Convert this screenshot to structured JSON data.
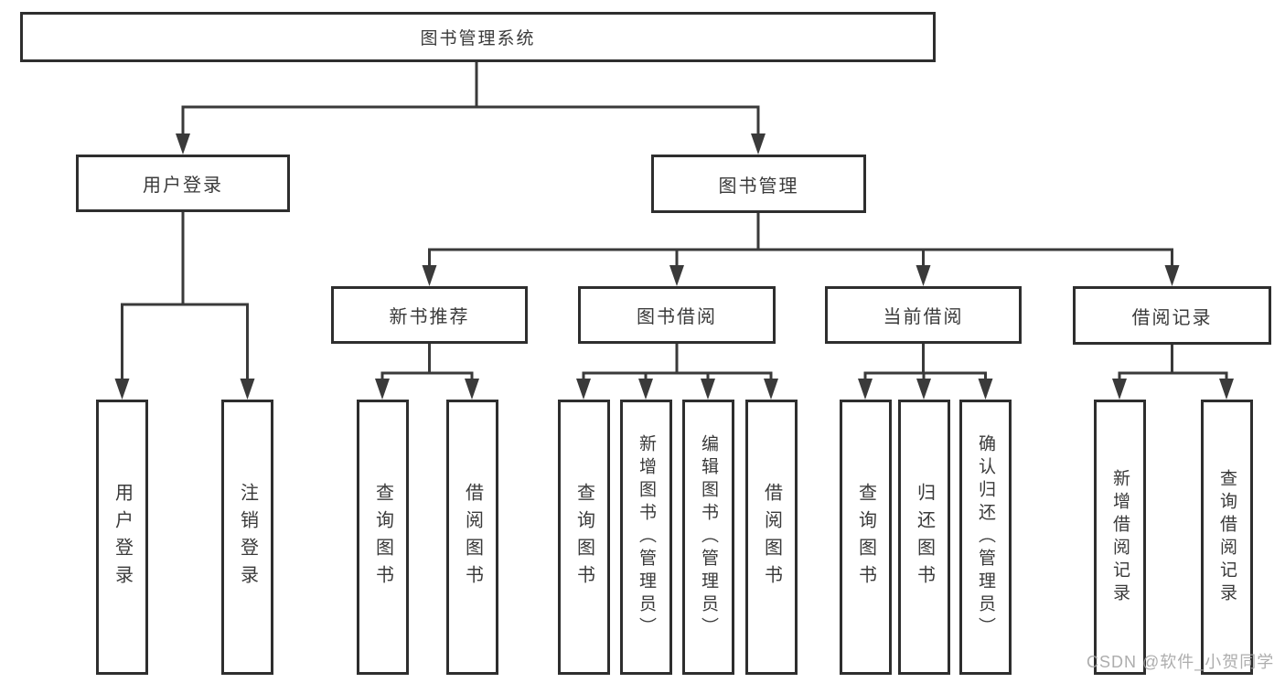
{
  "diagram": {
    "root": {
      "label": "图书管理系统"
    },
    "level1": [
      {
        "label": "用户登录"
      },
      {
        "label": "图书管理"
      }
    ],
    "level2": [
      {
        "label": "新书推荐"
      },
      {
        "label": "图书借阅"
      },
      {
        "label": "当前借阅"
      },
      {
        "label": "借阅记录"
      }
    ],
    "leaves": {
      "user_login": [
        {
          "label": "用户登录"
        },
        {
          "label": "注销登录"
        }
      ],
      "new_book": [
        {
          "label": "查询图书"
        },
        {
          "label": "借阅图书"
        }
      ],
      "borrow": [
        {
          "label": "查询图书"
        },
        {
          "label": "新增图书（管理员）"
        },
        {
          "label": "编辑图书（管理员）"
        },
        {
          "label": "借阅图书"
        }
      ],
      "current": [
        {
          "label": "查询图书"
        },
        {
          "label": "归还图书"
        },
        {
          "label": "确认归还（管理员）"
        }
      ],
      "records": [
        {
          "label": "新增借阅记录"
        },
        {
          "label": "查询借阅记录"
        }
      ]
    },
    "colors": {
      "ink": "#3a3a3a",
      "border": "#2e2e2e",
      "watermark": "#a4a4a4"
    }
  },
  "watermark": {
    "text": "CSDN @软件_小贺同学"
  }
}
